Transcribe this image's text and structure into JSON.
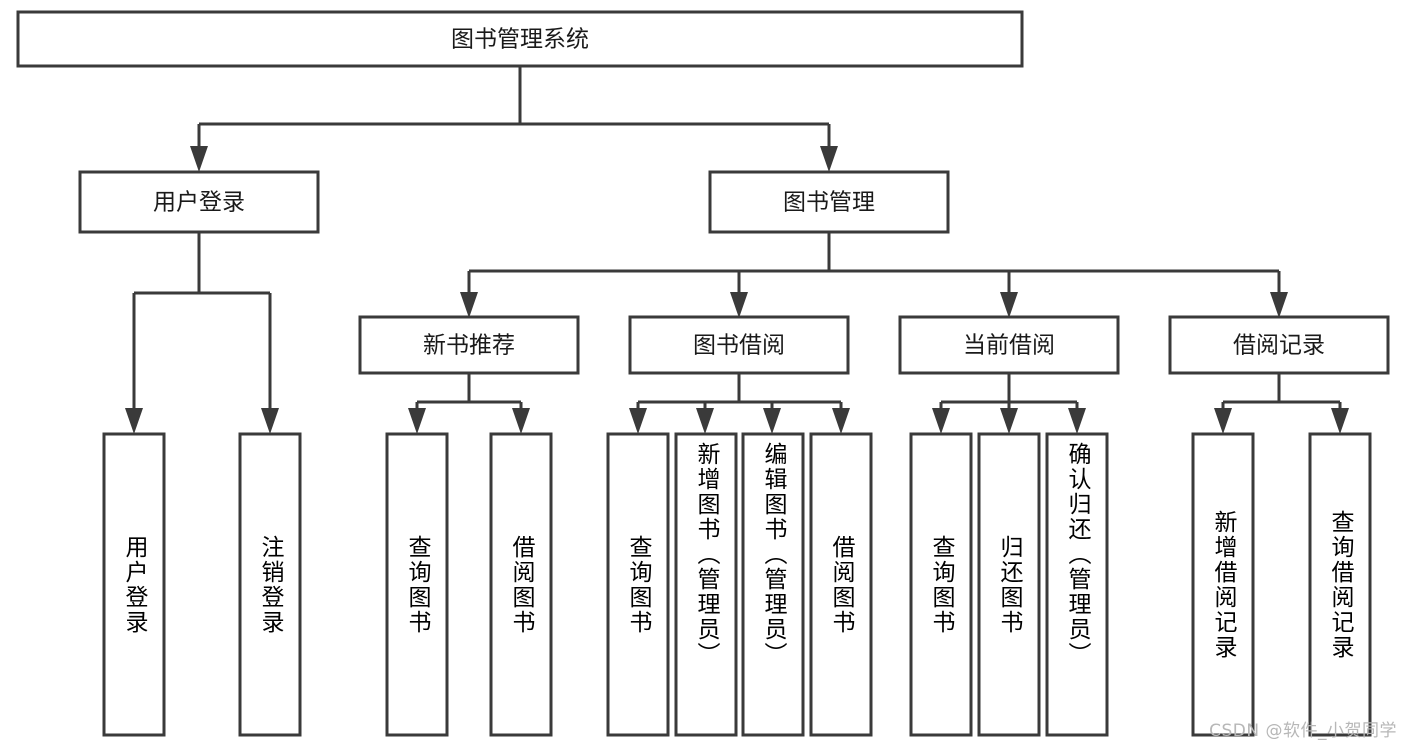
{
  "diagram": {
    "type": "tree",
    "title": "图书管理系统",
    "watermark": "CSDN @软件_小贺同学",
    "colors": {
      "stroke": "#3a3a3a",
      "fill": "#ffffff",
      "text": "#1a1a1a",
      "watermark": "#b7b7b7",
      "background": "#ffffff"
    },
    "levels": {
      "root": "图书管理系统",
      "level2": [
        "用户登录",
        "图书管理"
      ],
      "level3": [
        "新书推荐",
        "图书借阅",
        "当前借阅",
        "借阅记录"
      ]
    }
  },
  "nodes": {
    "root": {
      "label": "图书管理系统",
      "orientation": "horizontal"
    },
    "user_login": {
      "label": "用户登录",
      "orientation": "horizontal"
    },
    "book_manage": {
      "label": "图书管理",
      "orientation": "horizontal"
    },
    "new_book_rec": {
      "label": "新书推荐",
      "orientation": "horizontal"
    },
    "book_borrow": {
      "label": "图书借阅",
      "orientation": "horizontal"
    },
    "current_borrow": {
      "label": "当前借阅",
      "orientation": "horizontal"
    },
    "borrow_record": {
      "label": "借阅记录",
      "orientation": "horizontal"
    },
    "leaf_1_1": {
      "label": "用户登录",
      "orientation": "vertical"
    },
    "leaf_1_2": {
      "label": "注销登录",
      "orientation": "vertical"
    },
    "leaf_2_1": {
      "label": "查询图书",
      "orientation": "vertical"
    },
    "leaf_2_2": {
      "label": "借阅图书",
      "orientation": "vertical"
    },
    "leaf_3_1": {
      "label": "查询图书",
      "orientation": "vertical"
    },
    "leaf_3_2": {
      "label": "新增图书（管理员）",
      "orientation": "vertical"
    },
    "leaf_3_3": {
      "label": "编辑图书（管理员）",
      "orientation": "vertical"
    },
    "leaf_3_4": {
      "label": "借阅图书",
      "orientation": "vertical"
    },
    "leaf_4_1": {
      "label": "查询图书",
      "orientation": "vertical"
    },
    "leaf_4_2": {
      "label": "归还图书",
      "orientation": "vertical"
    },
    "leaf_4_3": {
      "label": "确认归还（管理员）",
      "orientation": "vertical"
    },
    "leaf_5_1": {
      "label": "新增借阅记录",
      "orientation": "vertical"
    },
    "leaf_5_2": {
      "label": "查询借阅记录",
      "orientation": "vertical"
    }
  },
  "tree_structure": {
    "图书管理系统": {
      "用户登录": [
        "用户登录",
        "注销登录"
      ],
      "图书管理": {
        "新书推荐": [
          "查询图书",
          "借阅图书"
        ],
        "图书借阅": [
          "查询图书",
          "新增图书（管理员）",
          "编辑图书（管理员）",
          "借阅图书"
        ],
        "当前借阅": [
          "查询图书",
          "归还图书",
          "确认归还（管理员）"
        ],
        "借阅记录": [
          "新增借阅记录",
          "查询借阅记录"
        ]
      }
    }
  }
}
